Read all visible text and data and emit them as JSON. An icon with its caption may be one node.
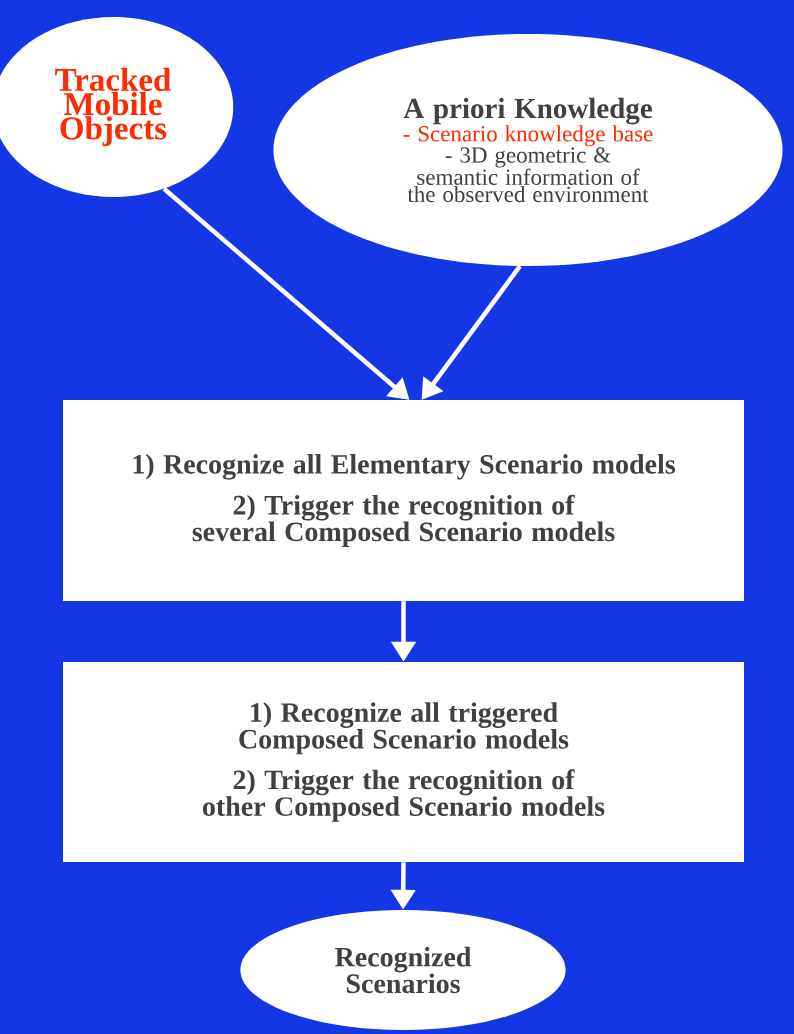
{
  "diagram": {
    "nodes": [
      {
        "text": [
          "Tracked Mobile Objects"
        ]
      },
      {
        "text": [
          "A priori Knowledge",
          "- Scenario knowledge base",
          "- 3D geometric & semantic information of the observed environment"
        ]
      },
      {
        "text": [
          "1) Recognize all Elementary Scenario models",
          "2) Trigger the recognition of several Composed Scenario models"
        ]
      },
      {
        "text": [
          "1) Recognize all triggered Composed Scenario models",
          "2) Trigger the recognition of other Composed Scenario models"
        ]
      },
      {
        "text": [
          "Recognized Scenarios"
        ]
      }
    ],
    "edges": [
      {
        "from": 0,
        "to": 2,
        "arrow": "to"
      },
      {
        "from": 1,
        "to": 2,
        "arrow": "to"
      },
      {
        "from": 2,
        "to": 3,
        "arrow": "to"
      },
      {
        "from": 3,
        "to": 4,
        "arrow": "to"
      }
    ]
  }
}
